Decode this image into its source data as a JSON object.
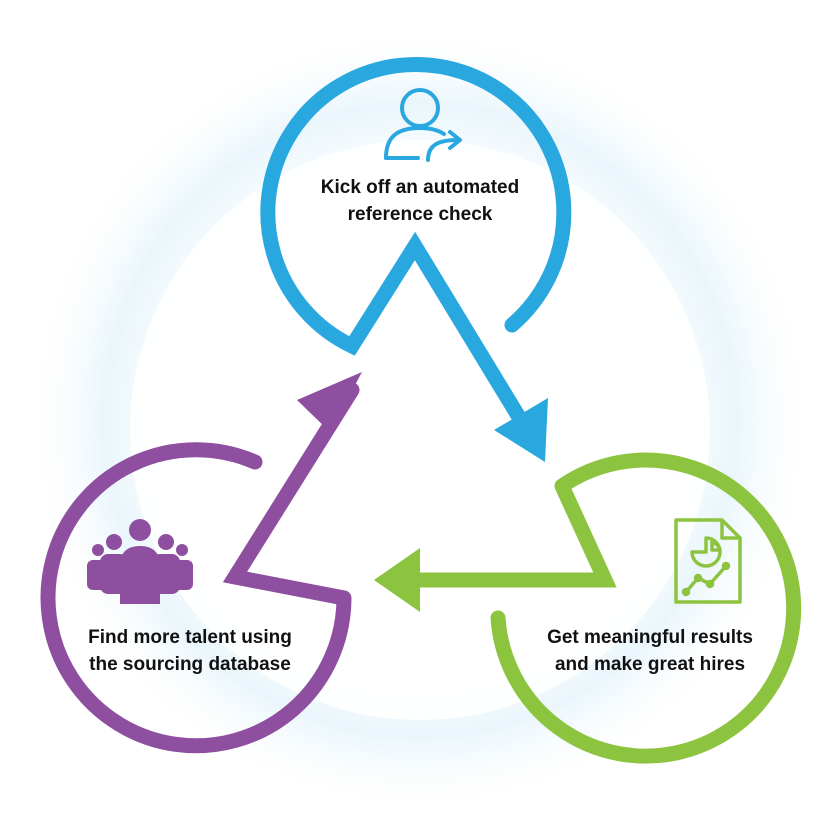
{
  "colors": {
    "blue": "#29a8e0",
    "green": "#8cc43f",
    "purple": "#8e4fa0",
    "glow": "#e6f4fb"
  },
  "nodes": {
    "top": {
      "icon": "user-arrow-icon",
      "lines": [
        "Kick off an automated",
        "reference check"
      ]
    },
    "right": {
      "icon": "report-chart-icon",
      "lines": [
        "Get meaningful results",
        "and make great hires"
      ]
    },
    "left": {
      "icon": "group-people-icon",
      "lines": [
        "Find more talent using",
        "the sourcing database"
      ]
    }
  }
}
